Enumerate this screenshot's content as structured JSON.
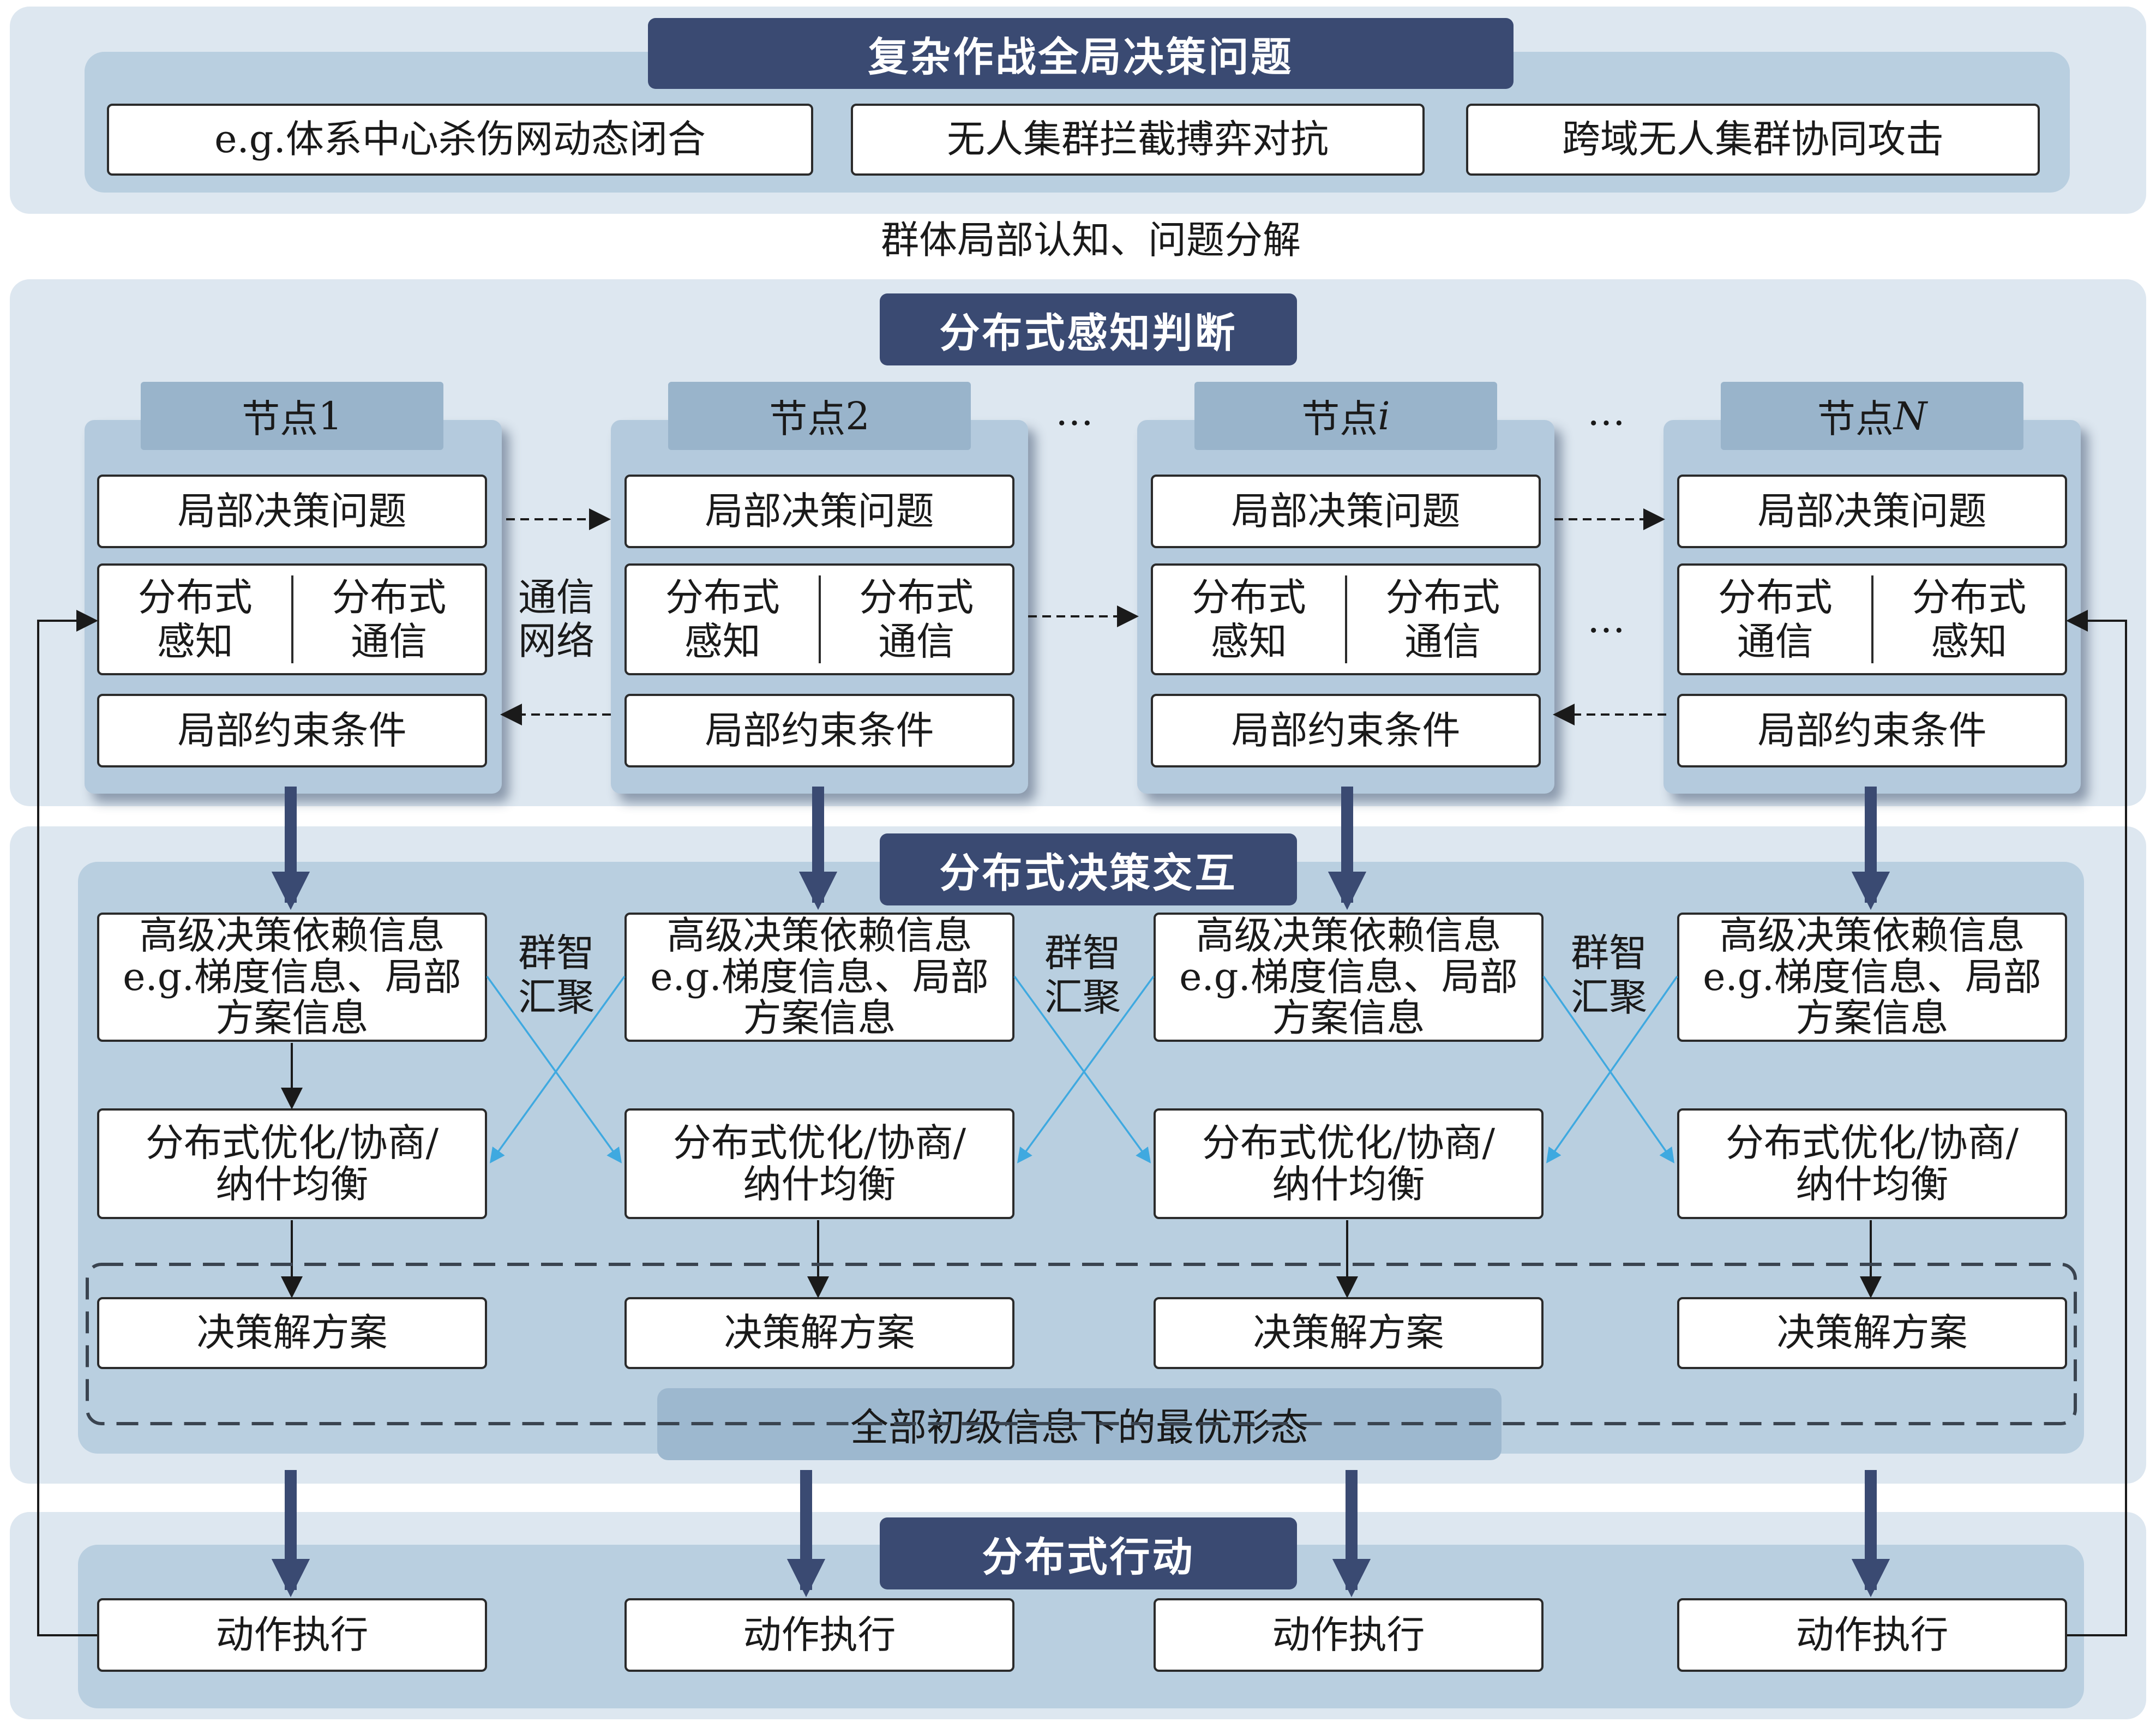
{
  "top": {
    "title": "复杂作战全局决策问题",
    "examples": [
      "e.g.体系中心杀伤网动态闭合",
      "无人集群拦截搏弈对抗",
      "跨域无人集群协同攻击"
    ]
  },
  "decompose_label": "群体局部认知、问题分解",
  "perception": {
    "title": "分布式感知判断",
    "network_label": "通信\n网络",
    "ellipsis": "…",
    "nodes": [
      {
        "label_prefix": "节点",
        "label_index": "1",
        "problem": "局部决策问题",
        "left": "分布式\n感知",
        "right": "分布式\n通信",
        "constraint": "局部约束条件"
      },
      {
        "label_prefix": "节点",
        "label_index": "2",
        "problem": "局部决策问题",
        "left": "分布式\n感知",
        "right": "分布式\n通信",
        "constraint": "局部约束条件"
      },
      {
        "label_prefix": "节点",
        "label_index": "i",
        "problem": "局部决策问题",
        "left": "分布式\n感知",
        "right": "分布式\n通信",
        "constraint": "局部约束条件"
      },
      {
        "label_prefix": "节点",
        "label_index": "N",
        "problem": "局部决策问题",
        "left": "分布式\n通信",
        "right": "分布式\n感知",
        "constraint": "局部约束条件"
      }
    ]
  },
  "interaction": {
    "title": "分布式决策交互",
    "info": "高级决策依赖信息\ne.g.梯度信息、局部\n方案信息",
    "optimize": "分布式优化/协商/\n纳什均衡",
    "solution": "决策解方案",
    "swarm_label": "群智\n汇聚",
    "optimal": "全部初级信息下的最优形态"
  },
  "action": {
    "title": "分布式行动",
    "execute": "动作执行"
  },
  "colors": {
    "navy": "#3a4a72",
    "band": "#dde7f0",
    "inner": "#b9cfe0",
    "cross_arrow": "#3fa9e0"
  }
}
